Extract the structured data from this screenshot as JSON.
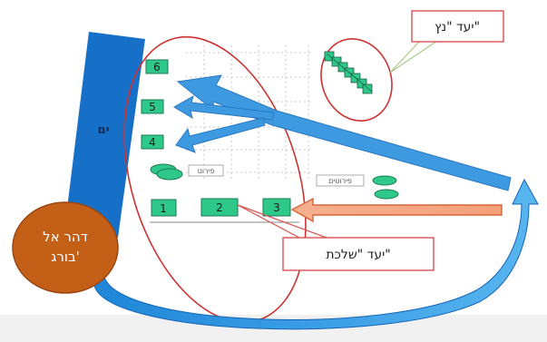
{
  "title_callout_top": "יעד \"נץ\"",
  "title_callout_bottom": "יעד \"שלכת\"",
  "sea_label": "ים",
  "circle_label_line1": "דהר אל",
  "circle_label_line2": "בורג'",
  "small_label_left": "פירוט",
  "small_label_right": "פירוטים",
  "boxes": [
    "1",
    "2",
    "3",
    "4",
    "5",
    "6"
  ],
  "colors": {
    "sea": "#1670c8",
    "circle": "#c45f18",
    "box": "#2ec98a",
    "box_stroke": "#1e7a55",
    "arrow_blue": "#3d9ae0",
    "arrow_orange": "#f08a5a",
    "ellipse": "#cc3333",
    "callout_border": "#d9534f"
  }
}
